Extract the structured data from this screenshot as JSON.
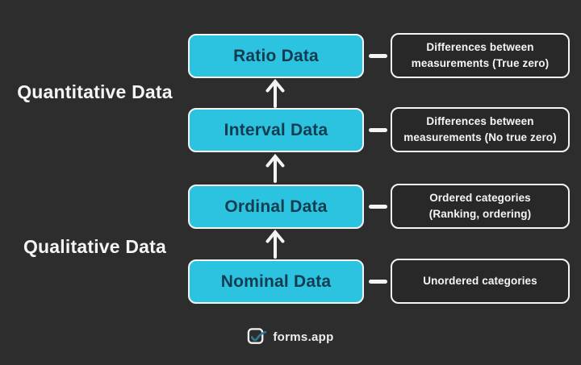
{
  "colors": {
    "background": "#2d2d2d",
    "panel": "#282828",
    "box_fill": "#2cc3e1",
    "box_text": "#123c50",
    "outline": "#f4f4f4",
    "label_text": "#f5f5f5",
    "logo_check": "#2c7e95"
  },
  "group_labels": {
    "quantitative": "Quantitative Data",
    "qualitative": "Qualitative Data"
  },
  "levels": [
    {
      "name": "Ratio Data",
      "description": "Differences between\nmeasurements (True zero)"
    },
    {
      "name": "Interval Data",
      "description": "Differences between\nmeasurements (No true zero)"
    },
    {
      "name": "Ordinal Data",
      "description": "Ordered categories\n(Ranking, ordering)"
    },
    {
      "name": "Nominal Data",
      "description": "Unordered categories"
    }
  ],
  "icons": {
    "up_arrow": "up-arrow-icon",
    "logo_check": "forms-app-logo-icon"
  },
  "logo": {
    "text": "forms.app"
  }
}
